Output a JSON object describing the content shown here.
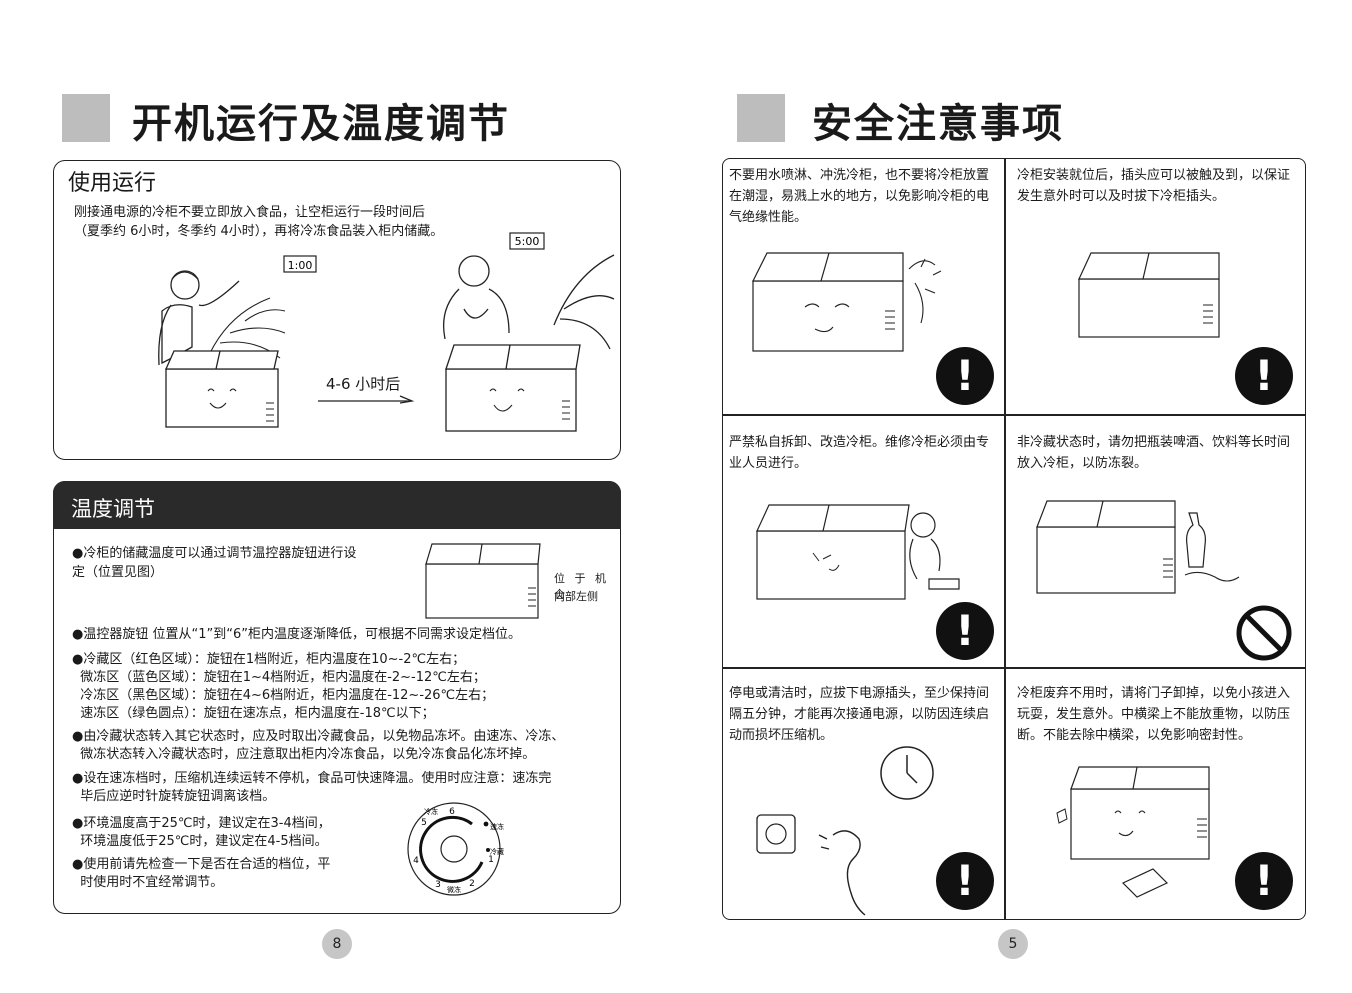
{
  "left": {
    "title": "开机运行及温度调节",
    "section1": {
      "title": "使用运行",
      "text": "刚接通电源的冷柜不要立即放入食品，让空柜运行一段时间后（夏季约 6小时，冬季约 4小时），再将冷冻食品装入柜内储藏。",
      "clock_before": "1:00",
      "clock_after": "5:00",
      "arrow_label": "4-6 小时后"
    },
    "section2": {
      "title": "温度调节",
      "p1": "●冷柜的储藏温度可以通过调节温控器旋钮进行设定（位置见图）",
      "fig_label_1": "位 于 机 仓",
      "fig_label_2": "内部左侧",
      "p2": "●温控器旋钮 位置从“1”到“6”柜内温度逐渐降低，可根据不同需求设定档位。",
      "zones": [
        "●冷藏区（红色区域）：旋钮在1档附近，柜内温度在10~-2℃左右；",
        "  微冻区（蓝色区域）：旋钮在1~4档附近，柜内温度在-2~-12℃左右；",
        "  冷冻区（黑色区域）：旋钮在4~6档附近，柜内温度在-12~-26℃左右；",
        "  速冻区（绿色圆点）：旋钮在速冻点，柜内温度在-18℃以下；"
      ],
      "p4a": "●由冷藏状态转入其它状态时，应及时取出冷藏食品，以免物品冻坏。由速冻、冷冻、",
      "p4b": "  微冻状态转入冷藏状态时，应注意取出柜内冷冻食品，以免冷冻食品化冻坏掉。",
      "p5a": "●设在速冻档时，压缩机连续运转不停机，食品可快速降温。使用时应注意：速冻完",
      "p5b": "  毕后应逆时针旋转旋钮调离该档。",
      "p6a": "●环境温度高于25℃时，建议定在3-4档间，",
      "p6b": "  环境温度低于25℃时，建议定在4-5档间。",
      "p7a": "●使用前请先检查一下是否在合适的档位，平",
      "p7b": "  时使用时不宜经常调节。",
      "dial": {
        "n6": "6",
        "n5": "5",
        "n4": "4",
        "n3": "3",
        "n2": "2",
        "n1": "1",
        "lengdong": "冷冻",
        "sudong": "速冻",
        "lengcang": "冷藏",
        "weidong": "微冻"
      }
    },
    "page_number": "8"
  },
  "right": {
    "title": "安全注意事项",
    "cells": [
      {
        "text": "不要用水喷淋、冲洗冷柜，也不要将冷柜放置在潮湿，易溅上水的地方，以免影响冷柜的电气绝缘性能。",
        "icon": "!"
      },
      {
        "text": "冷柜安装就位后，插头应可以被触及到，以保证发生意外时可以及时拔下冷柜插头。",
        "icon": "!"
      },
      {
        "text": "严禁私自拆卸、改造冷柜。维修冷柜必须由专业人员进行。",
        "icon": "!"
      },
      {
        "text": "非冷藏状态时，请勿把瓶装啤酒、饮料等长时间放入冷柜，以防冻裂。",
        "icon": "prohibited"
      },
      {
        "text": "停电或清洁时，应拔下电源插头，至少保持间隔五分钟，才能再次接通电源，以防因连续启动而损坏压缩机。",
        "icon": "!"
      },
      {
        "text": "冷柜废弃不用时，请将门子卸掉，以免小孩进入玩耍，发生意外。中横梁上不能放重物，以防压断。不能去除中横梁，以免影响密封性。",
        "icon": "!"
      }
    ],
    "page_number": "5"
  }
}
